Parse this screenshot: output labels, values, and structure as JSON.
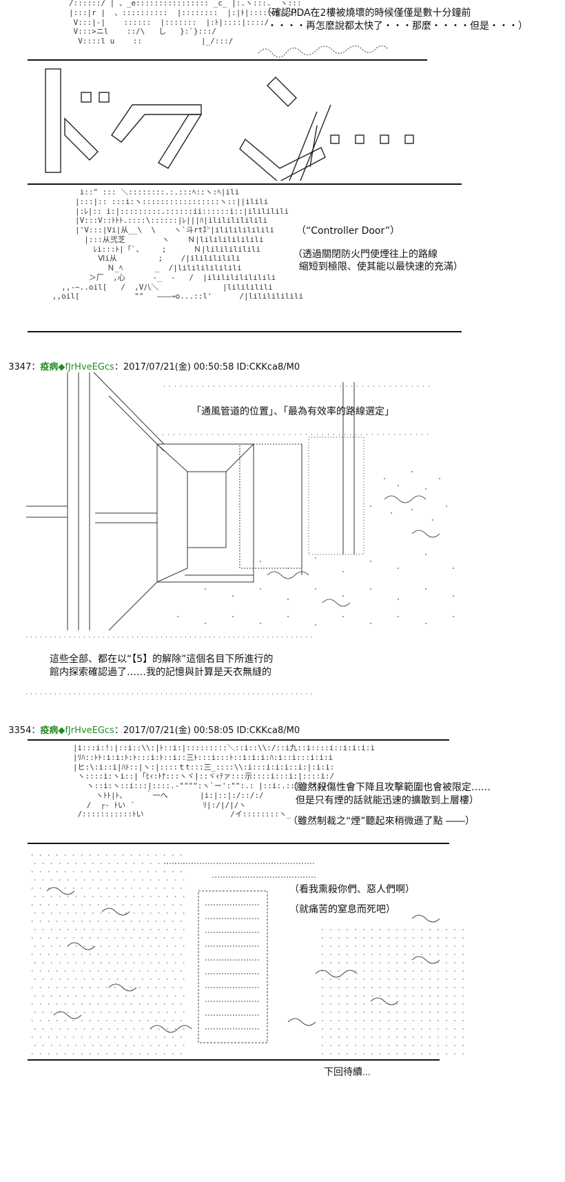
{
  "section1": {
    "aa": [
      "/::::::/ | 、_e:::::::::::::::: _c_ |:.ヽ:::.  ヽ:::",
      "|:::|r |  、::::::::::  |::::::::  |:|ﾄ|::::ヽ::::)",
      " V:::|-|    ::::::  |:::::::  |:ﾄ|::::|::::/",
      " V:::>ニl    ::/\\   し   }:`}:::/",
      "  V::::l u    ::             |_/:::/"
    ],
    "text": [
      "（確認PDA在2樓被燒壞的時候僅僅是數十分鐘前",
      "・・・・再怎麽說都太快了・・・那麼・・・・但是・・・）"
    ]
  },
  "section2": {
    "aa": [
      "         i::\" ::: ＼::::::::.:.:::ﾍ::ヽ:ﾍ|ili",
      "        |:::|:: :::i:ヽ:::::::::::::::::ヽ::||ilili",
      "        |:ﾚ|:: i:|:::::::::.::::::ii::::::i::|ilililili",
      "        |V:::V::ﾄﾄﾄ.::::\\::::::|ﾚ|||ﾊ|ilililililili",
      "        |'V:::|Vi|从__\\  \\    ヽ`斗rt㌢|ilililililili",
      "          |:::从弐芝        ヽ    Ｎ|lilililililili",
      "            ﾚi:::ﾄ|「`、    ;      Ｎ|lililililili",
      "             Ⅵi从         ;    /|ililililili",
      "               Ｎ_ﾍ       _  /|lilililililili",
      "           ＞厂  ,心      -_  -   /  |ililililililili",
      "     ,,-~..oil[   /  ,V八＼              |lilililili",
      "   ,,oil[            \"\"   ―――→o...::l'      /|lililililili"
    ],
    "text": [
      "（“Controller Door”）",
      "（透過關閉防火門使煙往上的路線",
      "  縮短到極限、使其能以最快速的充滿）"
    ]
  },
  "post1": {
    "number": "3347",
    "sep": "：",
    "name": "疫病",
    "trip": "◆fJrHveEGcs",
    "meta": "：2017/07/21(金) 00:50:58 ID:CKKca8/M0"
  },
  "section3": {
    "top_caption": "「通風管道的位置」、「最為有效率的路線選定」",
    "bottom_caption": [
      "這些全部、都在以“【5】的解除”這個名目下所進行的",
      "館内探索確認過了……我的記憶與計算是天衣無縫的"
    ]
  },
  "post2": {
    "number": "3354",
    "sep": "：",
    "name": "疫病",
    "trip": "◆fJrHveEGcs",
    "meta": "：2017/07/21(金) 00:58:05 ID:CKKca8/M0"
  },
  "section4": {
    "aa": [
      "   |i:::i:!:|::i::\\\\:|ﾄ::i:|:::::::::＼::i::\\\\:/::i九::i::::i::i:i:i:i",
      "   |ﾘﾊ::ﾄﾄ:i:i:ﾄ:ﾄ:::i:ﾄ::i::三ﾄ:::i:::ﾄ::i:i:i:ﾊ:i::i:::i:i:i",
      "   |ヒ:\\:i::i|ﾊﾄ::|ヽ:|::::ｔt:::三_::::\\\\:i:::i:i:i::i:|:i:i:",
      "    ヽ::::i:ヽi::|「ﾋｨ:ﾄﾅ:::ヽヾ|::ヾｨﾃァ:::示::::i:::i:|::::i:/",
      "      ヽ::i:ヽ::i:::|::::.-\"\"\"\":ヽ`ー':\"\":.: |::i:.::|.::|:/",
      "        ヽﾄﾄ|ﾄ、    ｀一へ       |i:|::|:/::/:/",
      "      /  ┌- ﾄい ´               ﾘ|:/|/|/ヽ",
      "    /:::::::::::ﾄい                   /イ::::::::ヽ_"
    ],
    "text": [
      "（雖然殺傷性會下降且攻擊範圍也會被限定……",
      "  但是只有煙的話就能迅速的擴散到上層樓）",
      "（雖然制裁之“煙”聽起來稍微遜了點 ――）"
    ]
  },
  "section5": {
    "text": [
      "（看我熏殺你們、惡人們啊）",
      "（就痛苦的窒息而死吧）"
    ]
  },
  "outro": "下回待續..."
}
